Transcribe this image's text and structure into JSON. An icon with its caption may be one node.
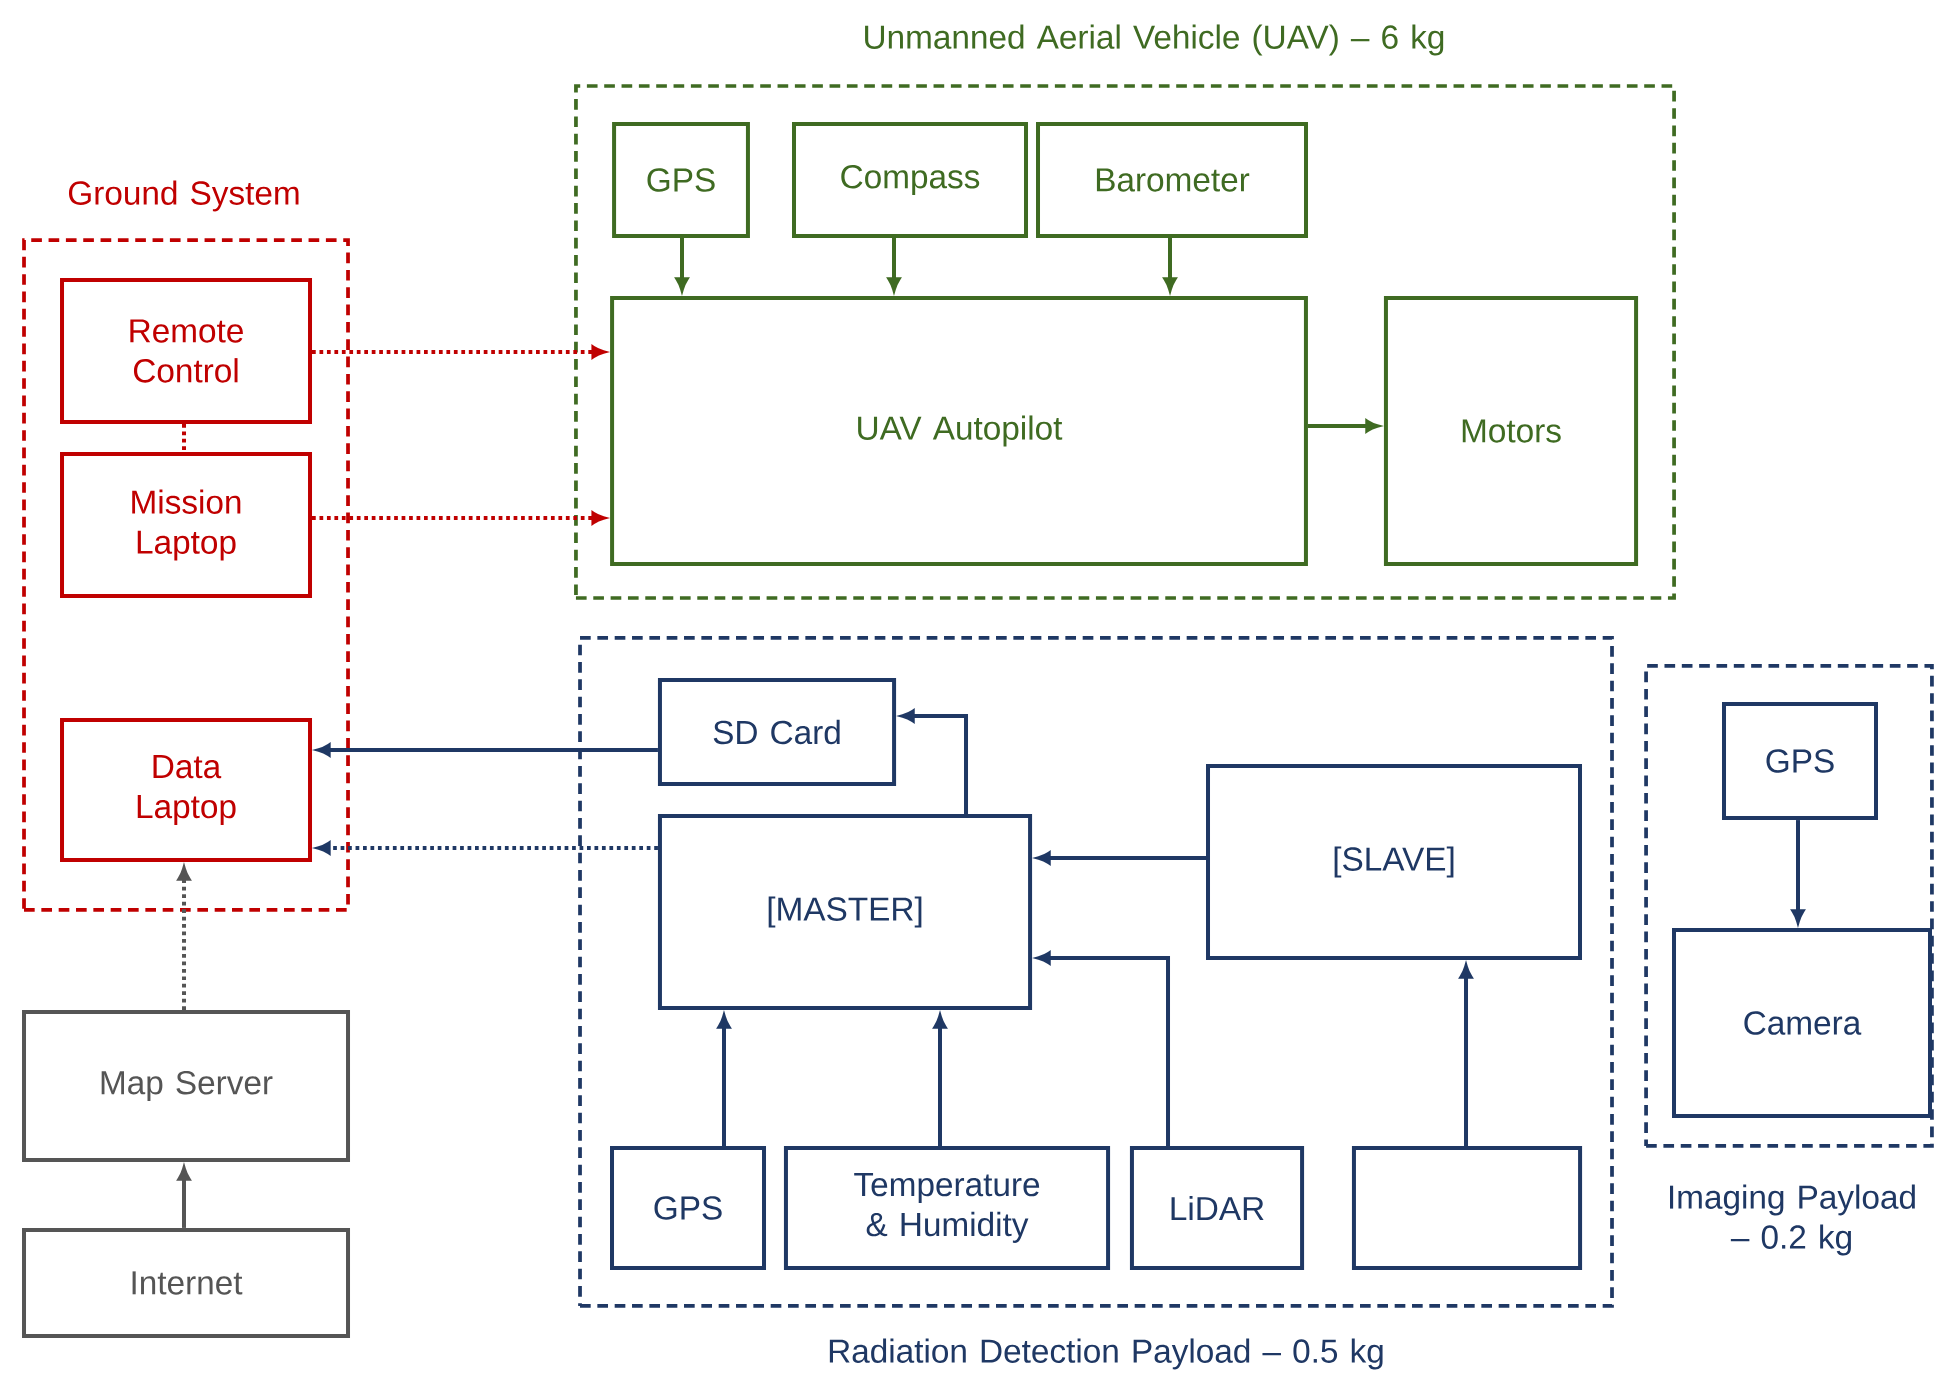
{
  "diagram": {
    "nodes": [
      {
        "text": [
          "Ground System"
        ]
      },
      {
        "text": [
          "Remote Control"
        ],
        "in": 0
      },
      {
        "text": [
          "Mission Laptop"
        ],
        "in": 0
      },
      {
        "text": [
          "Data Laptop"
        ],
        "in": 0
      },
      {
        "text": [
          "Map Server"
        ]
      },
      {
        "text": [
          "Internet"
        ]
      },
      {
        "text": [
          "Unmanned Aerial Vehicle (UAV) – 6 kg"
        ]
      },
      {
        "text": [
          "GPS"
        ],
        "in": 6
      },
      {
        "text": [
          "Compass"
        ],
        "in": 6
      },
      {
        "text": [
          "Barometer"
        ],
        "in": 6
      },
      {
        "text": [
          "UAV Autopilot"
        ],
        "in": 6
      },
      {
        "text": [
          "Motors"
        ],
        "in": 6
      },
      {
        "text": [
          "Radiation Detection Payload – 0.5 kg"
        ]
      },
      {
        "text": [
          "SD Card"
        ],
        "in": 12
      },
      {
        "text": [
          "[MASTER]"
        ],
        "in": 12
      },
      {
        "text": [
          "[SLAVE]"
        ],
        "in": 12
      },
      {
        "text": [
          "GPS"
        ],
        "in": 12
      },
      {
        "text": [
          "Temperature & Humidity"
        ],
        "in": 12
      },
      {
        "text": [
          "LiDAR"
        ],
        "in": 12
      },
      {
        "text": [],
        "shape": "box",
        "in": 12
      },
      {
        "text": [
          "Imaging Payload – 0.2 kg"
        ]
      },
      {
        "text": [
          "GPS"
        ],
        "in": 20
      },
      {
        "text": [
          "Camera"
        ],
        "in": 20
      }
    ],
    "edges": [
      {
        "from": 1,
        "to": 10,
        "arrow": "to",
        "style": "dashed",
        "color": "#c00000"
      },
      {
        "from": 2,
        "to": 10,
        "arrow": "to",
        "style": "dashed",
        "color": "#c00000"
      },
      {
        "from": 1,
        "to": 2,
        "arrow": "none",
        "style": "dashed",
        "color": "#c00000"
      },
      {
        "from": 13,
        "to": 3,
        "arrow": "to"
      },
      {
        "from": 14,
        "to": 3,
        "arrow": "to",
        "style": "dashed"
      },
      {
        "from": 5,
        "to": 4,
        "arrow": "to",
        "color": "#555555"
      },
      {
        "from": 4,
        "to": 3,
        "arrow": "to",
        "style": "dashed",
        "color": "#555555"
      },
      {
        "from": 7,
        "to": 10,
        "arrow": "to",
        "color": "#3f6b22"
      },
      {
        "from": 8,
        "to": 10,
        "arrow": "to",
        "color": "#3f6b22"
      },
      {
        "from": 9,
        "to": 10,
        "arrow": "to",
        "color": "#3f6b22"
      },
      {
        "from": 10,
        "to": 11,
        "arrow": "to",
        "color": "#3f6b22"
      },
      {
        "from": 14,
        "to": 13,
        "arrow": "to"
      },
      {
        "from": 15,
        "to": 14,
        "arrow": "to"
      },
      {
        "from": 16,
        "to": 14,
        "arrow": "to"
      },
      {
        "from": 17,
        "to": 14,
        "arrow": "to"
      },
      {
        "from": 18,
        "to": 14,
        "arrow": "to"
      },
      {
        "from": 19,
        "to": 15,
        "arrow": "to"
      },
      {
        "from": 21,
        "to": 22,
        "arrow": "to"
      }
    ]
  }
}
